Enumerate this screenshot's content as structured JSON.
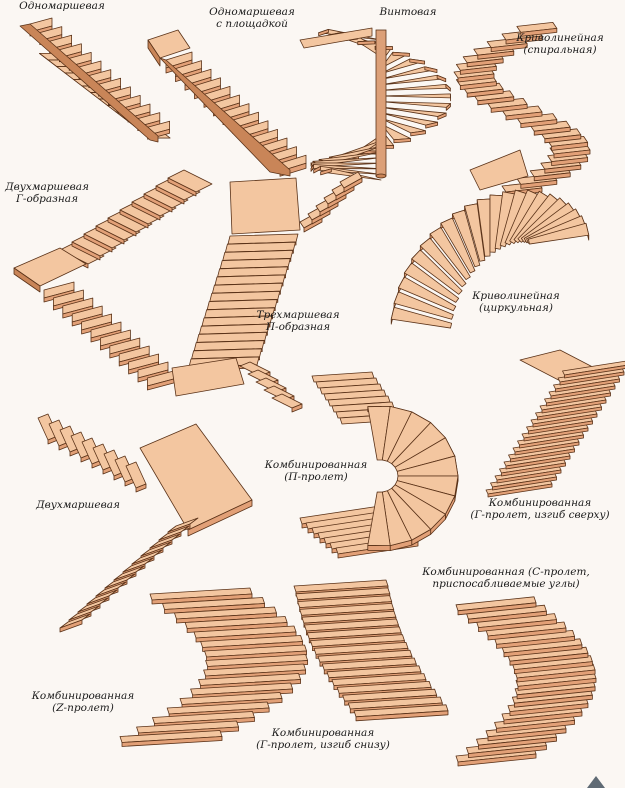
{
  "labels": {
    "one_flight": "Одномаршевая",
    "one_flight_landing": [
      "Одномаршевая",
      "с площадкой"
    ],
    "spiral_screw": "Винтовая",
    "curved_spiral": [
      "Криволинейная",
      "(спиральная)"
    ],
    "two_flight_l": [
      "Двухмаршевая",
      "Г-образная"
    ],
    "curved_circular": [
      "Криволинейная",
      "(циркульная)"
    ],
    "three_flight_u": [
      "Трехмаршевая",
      "П-образная"
    ],
    "two_flight": "Двухмаршевая",
    "combined_u": [
      "Комбинированная",
      "(П-пролет)"
    ],
    "combined_l_top": [
      "Комбинированная",
      "(Г-пролет, изгиб сверху)"
    ],
    "combined_c": [
      "Комбинированная (С-пролет,",
      "приспосабливаемые углы)"
    ],
    "combined_z": [
      "Комбинированная",
      "(Z-пролет)"
    ],
    "combined_l_bottom": [
      "Комбинированная",
      "(Г-пролет, изгиб снизу)"
    ]
  },
  "colors": {
    "tread": "#f3c6a0",
    "riser": "#e2a077",
    "side": "#c98558",
    "edge": "#5a3218",
    "pole": "#dca078",
    "background": "#fbf7f3"
  },
  "icons": {
    "corner": "triangle-icon"
  }
}
